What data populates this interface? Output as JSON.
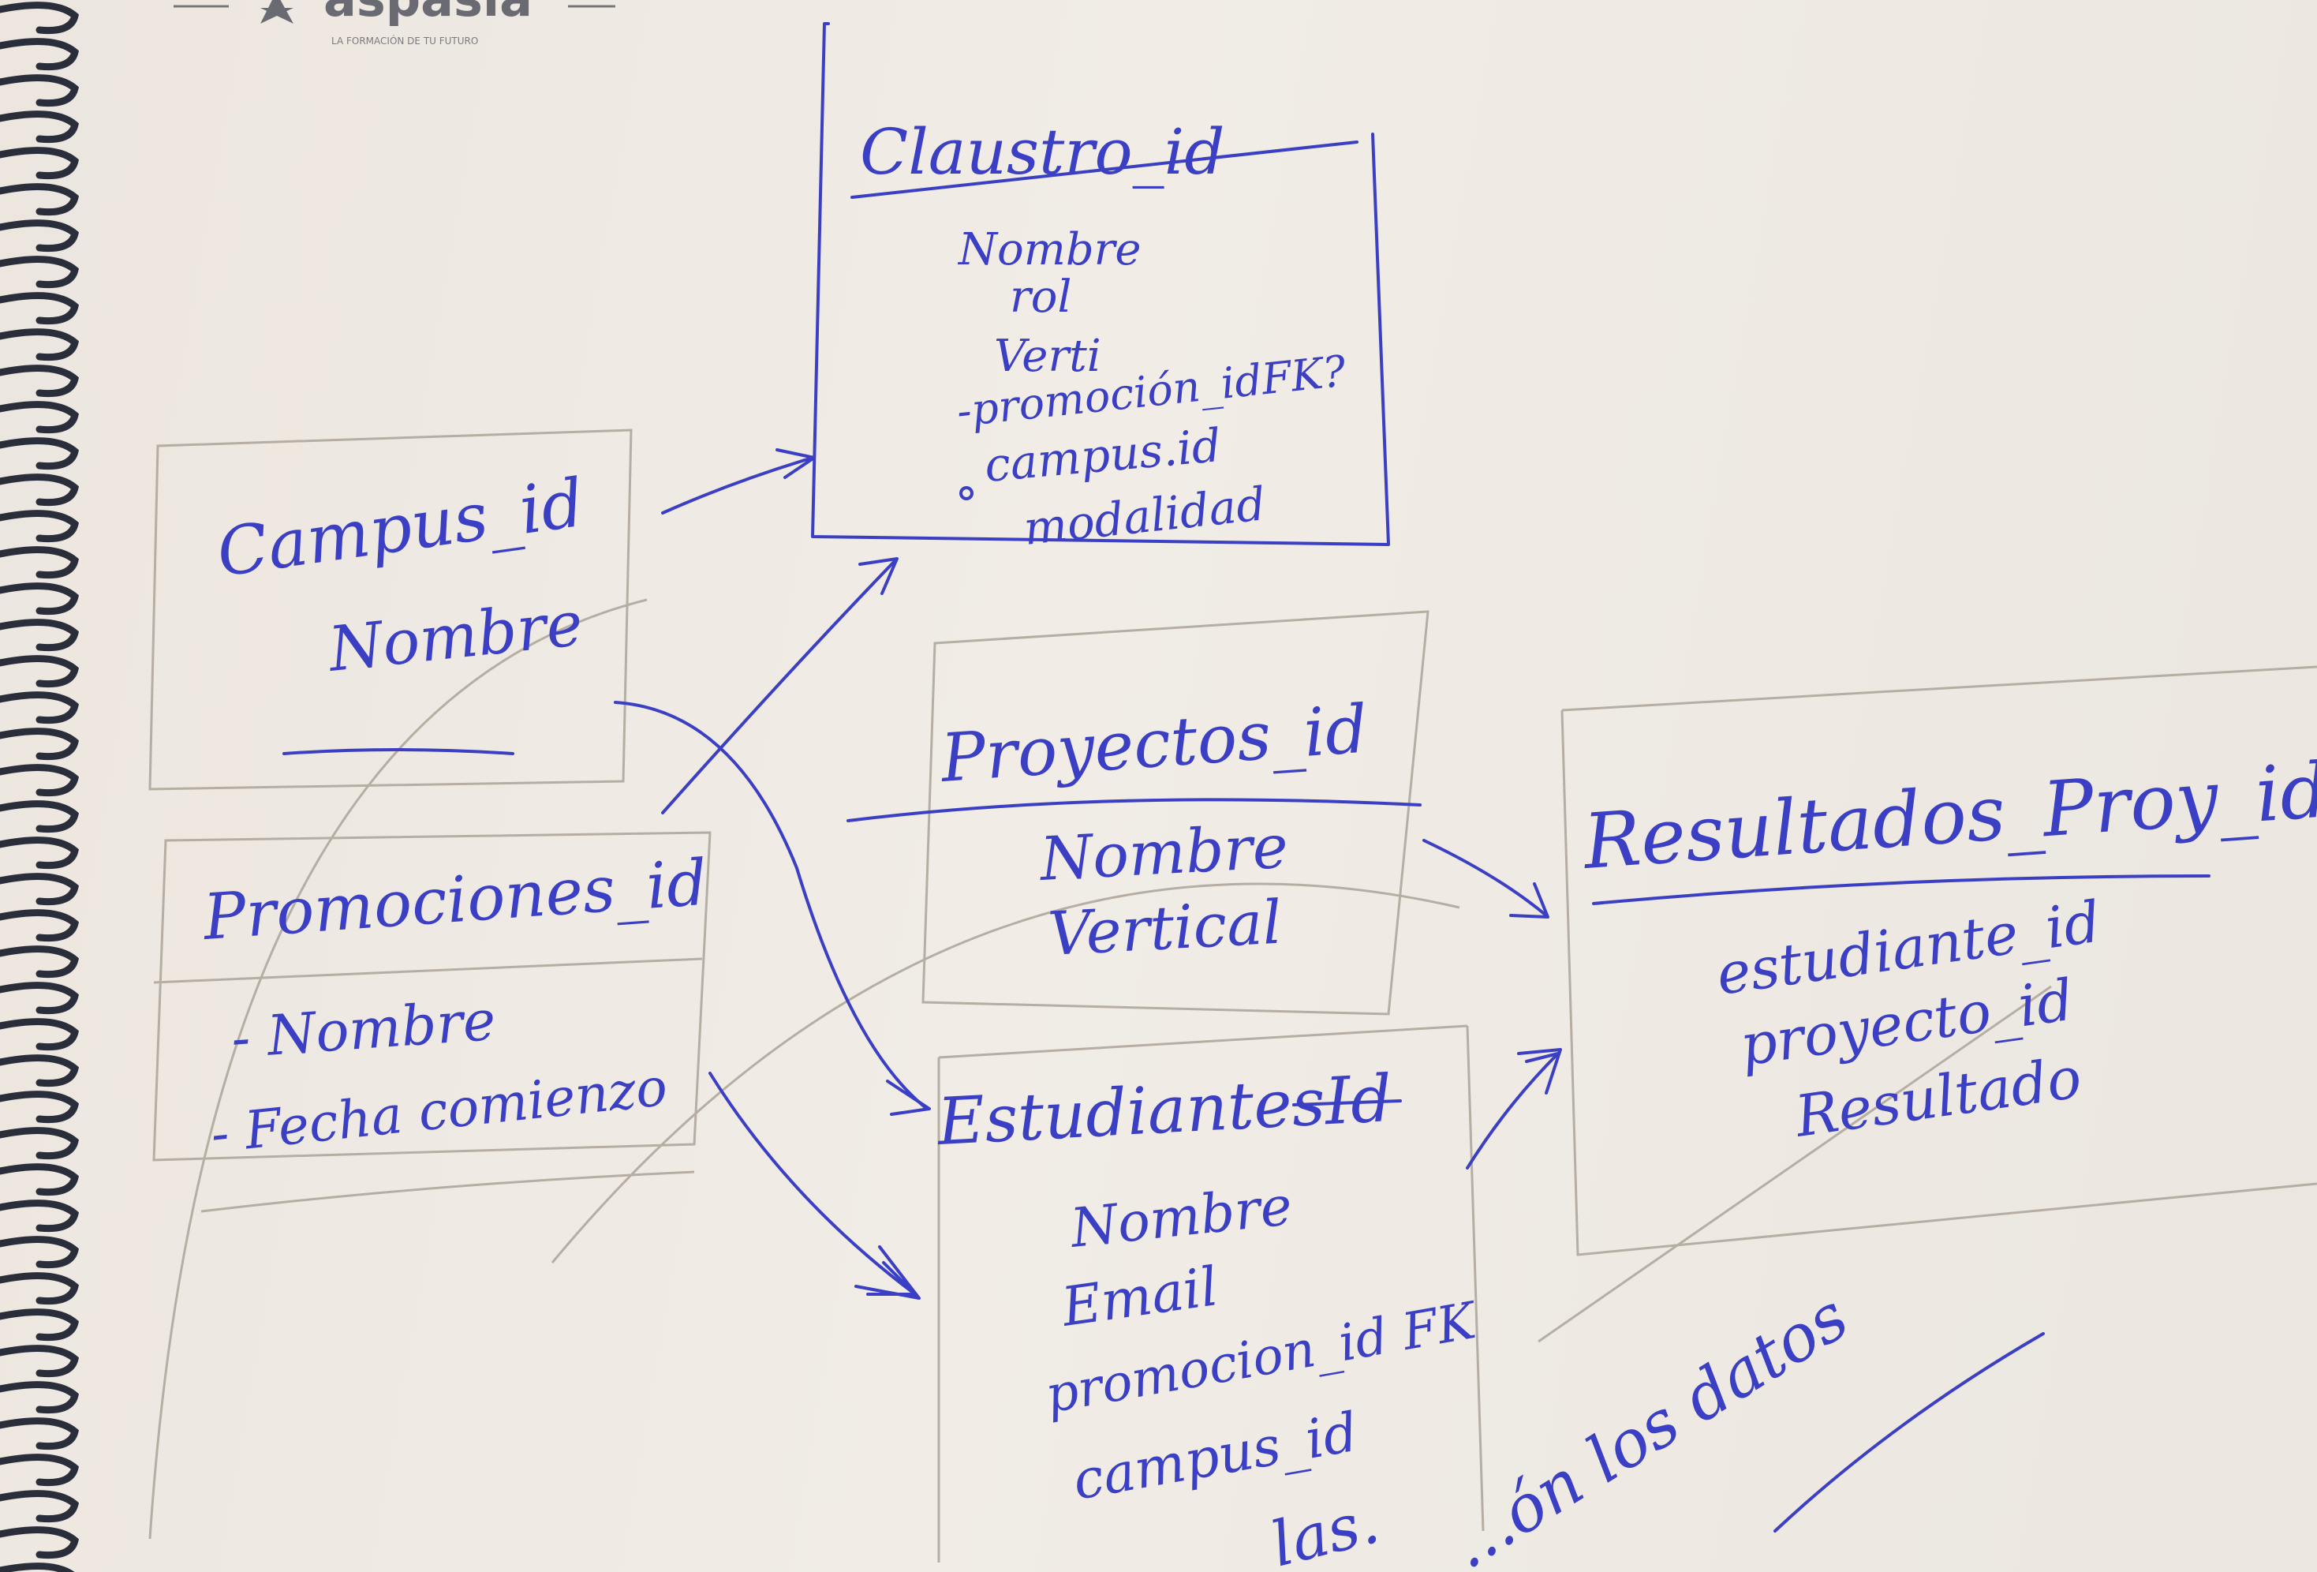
{
  "header": {
    "logo_text": "aspasia",
    "logo_tagline": "LA FORMACIÓN DE TU FUTURO"
  },
  "entities": {
    "claustro": {
      "title": "Claustro_id",
      "fields": [
        "Nombre",
        "rol",
        "Verti",
        "-promoción_idFK?",
        "campus.id",
        "modalidad"
      ]
    },
    "campus": {
      "title": "Campus_id",
      "fields": [
        "Nombre"
      ]
    },
    "promociones": {
      "title": "Promociones_id",
      "fields": [
        "- Nombre",
        "- Fecha comienzo"
      ]
    },
    "proyectos": {
      "title": "Proyectos_id",
      "fields": [
        "Nombre",
        "Vertical"
      ]
    },
    "estudiantes": {
      "title": "EstudiantesId",
      "fields": [
        "Nombre",
        "Email",
        "promocion_id FK",
        "campus_id"
      ]
    },
    "resultados": {
      "title": "Resultados_Proy_id",
      "fields": [
        "estudiante_id",
        "proyecto_id",
        "Resultado"
      ]
    }
  },
  "bottom_notes": {
    "left": "las.",
    "right": "...ón los datos"
  },
  "colors": {
    "ink": "#3b3fc4",
    "paper": "#eee9e3",
    "spiral": "#2a2e3a"
  }
}
